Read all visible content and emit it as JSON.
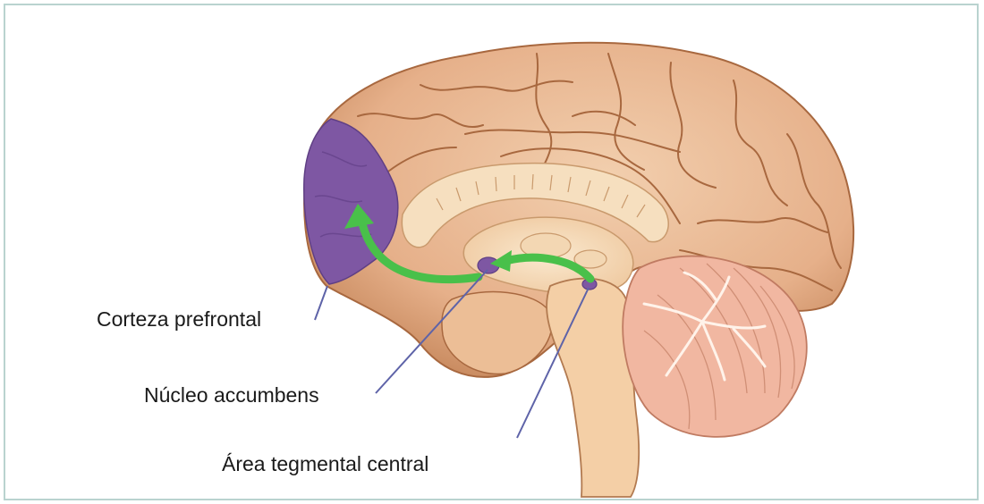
{
  "labels": {
    "prefrontal_cortex": "Corteza prefrontal",
    "nucleus_accumbens": "Núcleo accumbens",
    "ventral_tegmental_area": "Área tegmental central"
  },
  "colors": {
    "cortex": "#e8b48d",
    "cortex_outline": "#a8683f",
    "highlight_region": "#7e57a3",
    "pathway_arrow": "#49c04a",
    "leader_line": "#5e63a8",
    "cerebellum": "#f1b7a1",
    "brainstem": "#f4cfa6"
  }
}
